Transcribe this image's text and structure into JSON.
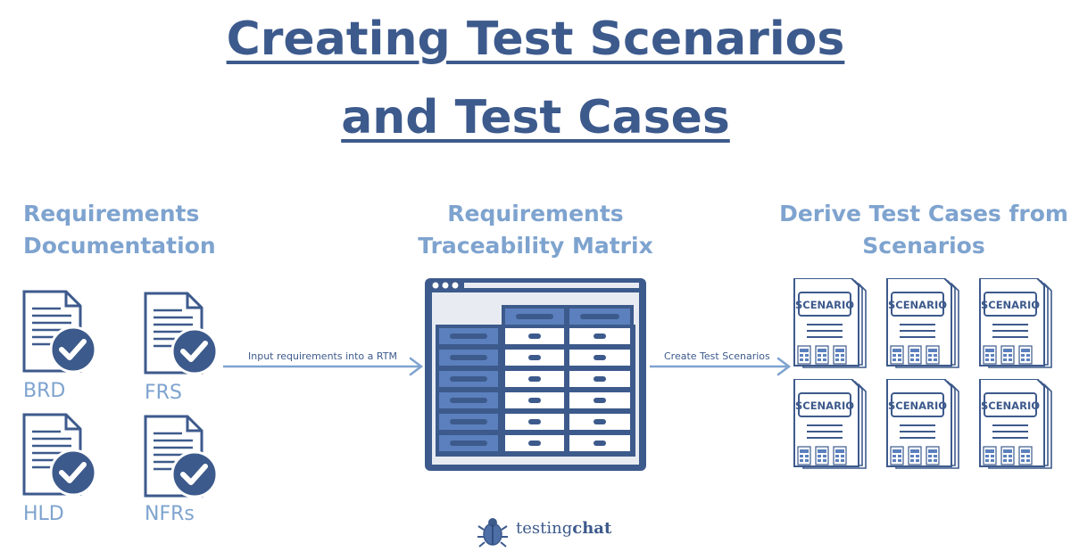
{
  "title": {
    "line1": "Creating Test Scenarios",
    "line2": "and Test Cases"
  },
  "columns": {
    "requirements": {
      "heading_line1": "Requirements",
      "heading_line2": "Documentation"
    },
    "rtm": {
      "heading_line1": "Requirements",
      "heading_line2": "Traceability Matrix"
    },
    "derive": {
      "heading_line1": "Derive Test Cases from",
      "heading_line2": "Scenarios"
    }
  },
  "documents": [
    {
      "label": "BRD"
    },
    {
      "label": "FRS"
    },
    {
      "label": "HLD"
    },
    {
      "label": "NFRs"
    }
  ],
  "arrows": {
    "input": "Input requirements into a RTM",
    "create": "Create Test Scenarios"
  },
  "scenario_card": {
    "label": "SCENARIO",
    "count": 6
  },
  "logo": {
    "name_part1": "testing",
    "name_part2": "chat"
  },
  "colors": {
    "navy": "#3d5a8c",
    "light_blue": "#7ea3cf",
    "table_blue": "#5b80bd",
    "grid_bg": "#e8ecf2"
  }
}
